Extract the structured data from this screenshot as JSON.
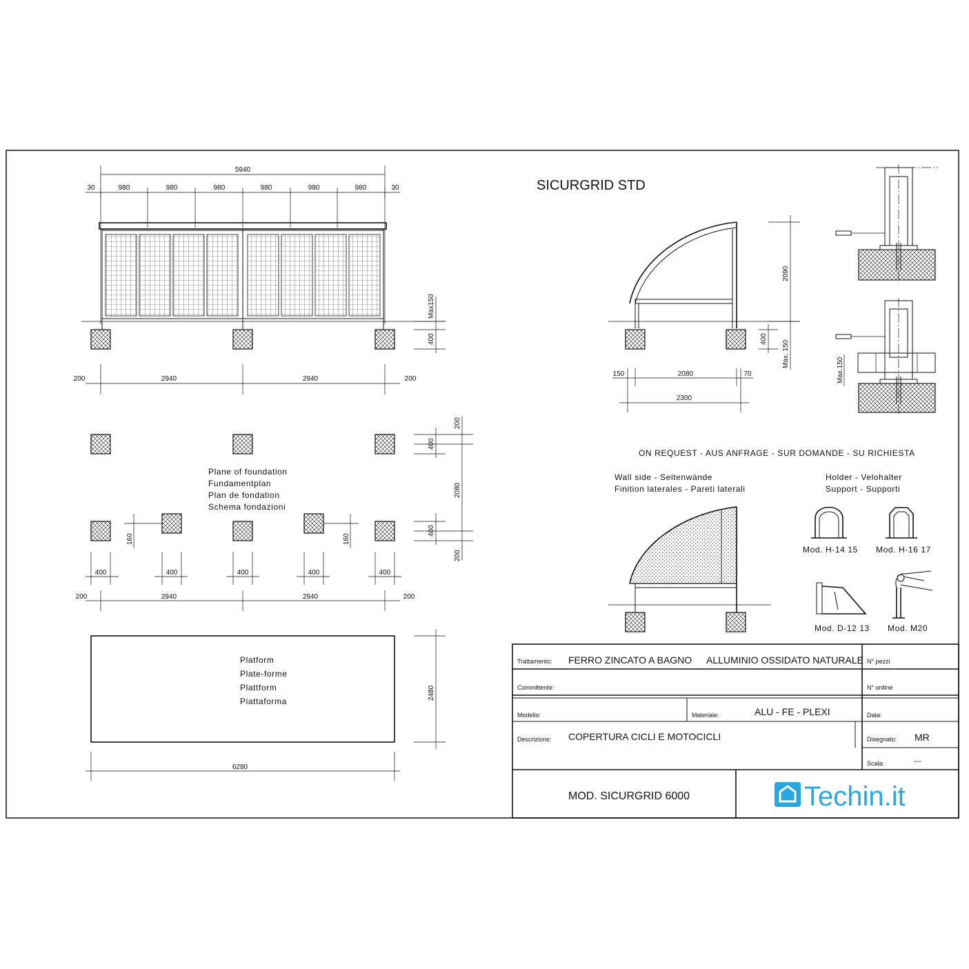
{
  "title": "SICURGRID STD",
  "elevation": {
    "overall_width": "5940",
    "modules": [
      "30",
      "980",
      "980",
      "980",
      "980",
      "980",
      "980",
      "30"
    ],
    "post_spacing": [
      "200",
      "2940",
      "2940",
      "200"
    ],
    "max_height": "Max150",
    "foundation_height": "400"
  },
  "side_view": {
    "height": "2090",
    "bottom_segments": [
      "150",
      "2080",
      "70"
    ],
    "total_depth": "2300",
    "foundation_height": "400",
    "max_label": "Max. 150"
  },
  "foundation_plan": {
    "labels": [
      "Plane of foundation",
      "Fundamentplan",
      "Plan de fondation",
      "Schema fondazioni"
    ],
    "block_size": "400",
    "offset": "160",
    "right_dims": [
      "200",
      "400",
      "2080",
      "400",
      "200"
    ],
    "bottom_spacing": [
      "200",
      "2940",
      "2940",
      "200"
    ]
  },
  "platform": {
    "labels": [
      "Platform",
      "Plate-forme",
      "Plattform",
      "Piattaforma"
    ],
    "width": "6280",
    "depth": "2480"
  },
  "detail": {
    "max_label": "Max.150"
  },
  "on_request": {
    "heading": "ON REQUEST - AUS ANFRAGE - SUR DOMANDE - SU RICHIESTA",
    "wall_side": [
      "Wall side - Seitenwände",
      "Finition laterales - Pareti laterali"
    ],
    "holder": [
      "Holder - Velohalter",
      "Support - Supporti"
    ],
    "models": [
      "Mod. H-14 15",
      "Mod. H-16 17",
      "Mod. D-12 13",
      "Mod. M20"
    ]
  },
  "title_block": {
    "trattamento_label": "Trattamento:",
    "trattamento_value_1": "FERRO ZINCATO A BAGNO",
    "trattamento_value_2": "ALLUMINIO OSSIDATO NATURALE",
    "npezzi_label": "N° pezzi",
    "committente_label": "Committente:",
    "nordine_label": "N° ordine",
    "modello_label": "Modello:",
    "materiale_label": "Materiale:",
    "materiale_value": "ALU - FE - PLEXI",
    "data_label": "Data:",
    "descrizione_label": "Descrizione:",
    "descrizione_value": "COPERTURA CICLI E MOTOCICLI",
    "disegnato_label": "Disegnato:",
    "disegnato_value": "MR",
    "scala_label": "Scala:",
    "scala_value": "---",
    "model_name": "MOD. SICURGRID 6000",
    "logo_text": "Techin.it",
    "logo_color": "#29a8e0"
  }
}
